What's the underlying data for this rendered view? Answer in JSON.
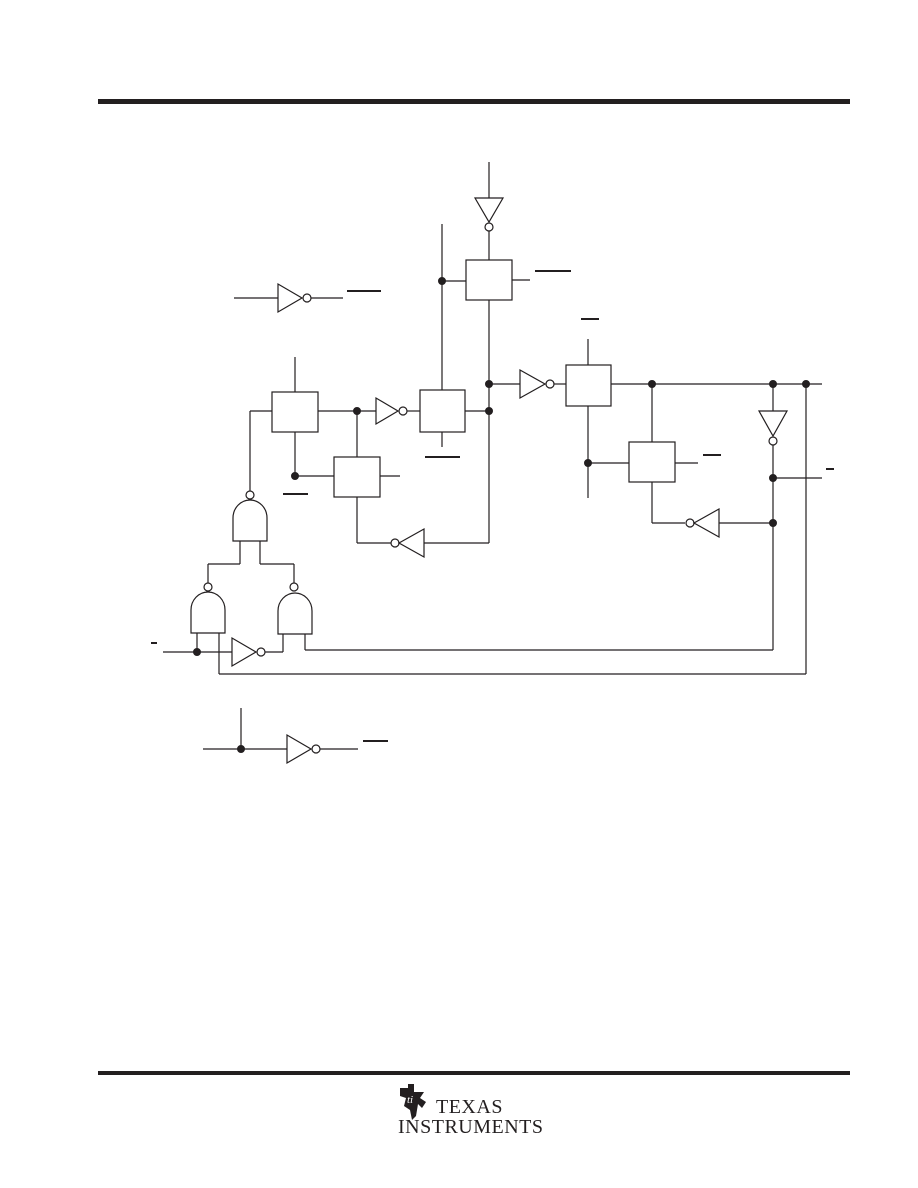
{
  "header": {
    "rule_color": "#231f20"
  },
  "footer": {
    "logo": {
      "line1": "TEXAS",
      "line2": "INSTRUMENTS",
      "emblem": "ti-chip-icon"
    }
  },
  "diagram": {
    "description_free": true,
    "overbar_labels": [
      "",
      "",
      "",
      "",
      "",
      "",
      ""
    ],
    "gate_types": [
      "inverter",
      "nand",
      "flip-flop-block"
    ]
  }
}
